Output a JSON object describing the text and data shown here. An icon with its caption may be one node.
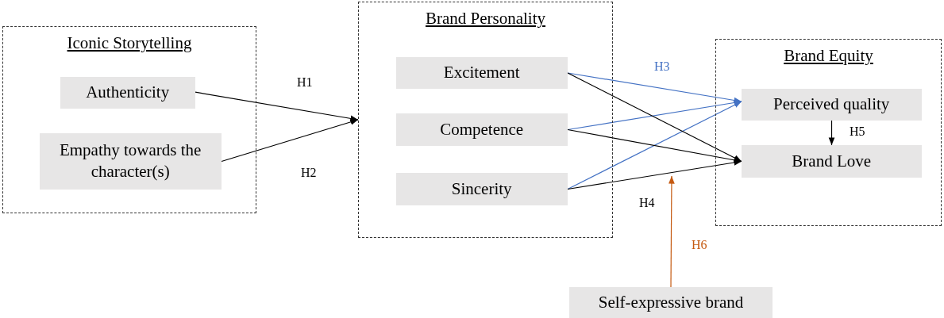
{
  "diagram": {
    "nodes": [
      {
        "text": [
          "Iconic Storytelling"
        ]
      },
      {
        "text": [
          "Authenticity"
        ],
        "in": 0
      },
      {
        "text": [
          "Empathy towards the character(s)"
        ],
        "in": 0
      },
      {
        "text": [
          "Brand Personality"
        ]
      },
      {
        "text": [
          "Excitement"
        ],
        "in": 3
      },
      {
        "text": [
          "Competence"
        ],
        "in": 3
      },
      {
        "text": [
          "Sincerity"
        ],
        "in": 3
      },
      {
        "text": [
          "Brand Equity"
        ]
      },
      {
        "text": [
          "Perceived quality"
        ],
        "in": 7
      },
      {
        "text": [
          "Brand Love"
        ],
        "in": 7
      },
      {
        "text": [
          "Self-expressive brand"
        ]
      }
    ],
    "edges": [
      {
        "from": 1,
        "to": 3,
        "arrow": "to",
        "label": "H1"
      },
      {
        "from": 2,
        "to": 3,
        "arrow": "to",
        "label": "H2"
      },
      {
        "from": 4,
        "to": 8,
        "arrow": "to",
        "label": "H3",
        "color": "#4472c4"
      },
      {
        "from": 5,
        "to": 8,
        "arrow": "to",
        "color": "#4472c4"
      },
      {
        "from": 6,
        "to": 8,
        "arrow": "to",
        "color": "#4472c4"
      },
      {
        "from": 4,
        "to": 9,
        "arrow": "to"
      },
      {
        "from": 5,
        "to": 9,
        "arrow": "to"
      },
      {
        "from": 6,
        "to": 9,
        "arrow": "to",
        "label": "H4"
      },
      {
        "from": 8,
        "to": 9,
        "arrow": "to",
        "label": "H5"
      },
      {
        "from": 10,
        "to": null,
        "arrow": "to",
        "label": "H6",
        "color": "#c55a11"
      }
    ]
  }
}
